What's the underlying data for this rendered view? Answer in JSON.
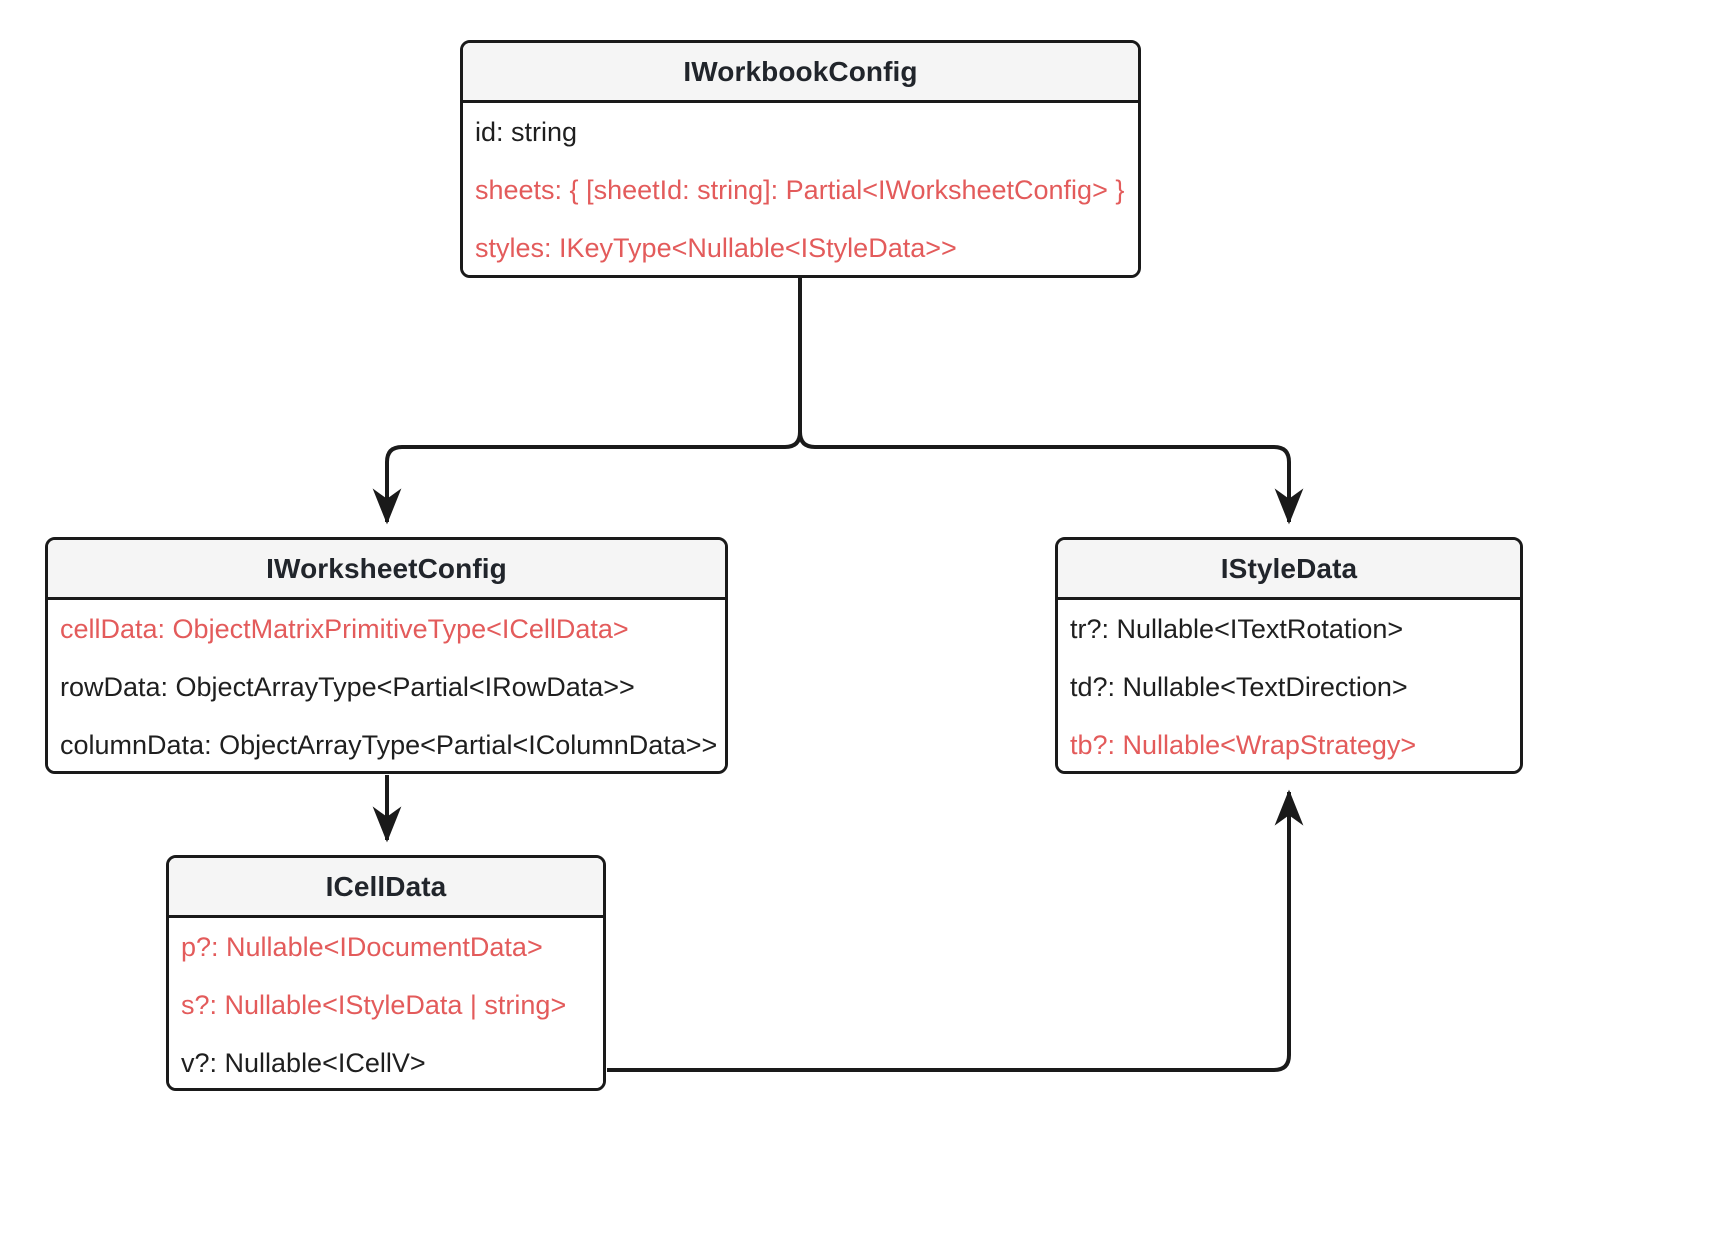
{
  "diagram": {
    "type": "class-diagram",
    "title": "Univer workbook configuration interfaces",
    "colors": {
      "accent": "#e35b5b",
      "text": "#1f1f1f",
      "stroke": "#1a1a1a",
      "header_bg": "#f5f5f5",
      "node_bg": "#ffffff",
      "canvas_bg": "#ffffff"
    },
    "nodes": [
      {
        "id": "IWorkbookConfig",
        "title": "IWorkbookConfig",
        "attributes": [
          {
            "text": "id: string",
            "accent": false
          },
          {
            "text": "sheets: { [sheetId: string]: Partial<IWorksheetConfig> }",
            "accent": true
          },
          {
            "text": "styles: IKeyType<Nullable<IStyleData>>",
            "accent": true
          }
        ]
      },
      {
        "id": "IWorksheetConfig",
        "title": "IWorksheetConfig",
        "attributes": [
          {
            "text": "cellData: ObjectMatrixPrimitiveType<ICellData>",
            "accent": true
          },
          {
            "text": "rowData: ObjectArrayType<Partial<IRowData>>",
            "accent": false
          },
          {
            "text": "columnData: ObjectArrayType<Partial<IColumnData>>",
            "accent": false
          }
        ]
      },
      {
        "id": "IStyleData",
        "title": "IStyleData",
        "attributes": [
          {
            "text": "tr?: Nullable<ITextRotation>",
            "accent": false
          },
          {
            "text": "td?: Nullable<TextDirection>",
            "accent": false
          },
          {
            "text": "tb?: Nullable<WrapStrategy>",
            "accent": true
          }
        ]
      },
      {
        "id": "ICellData",
        "title": "ICellData",
        "attributes": [
          {
            "text": "p?: Nullable<IDocumentData>",
            "accent": true
          },
          {
            "text": "s?: Nullable<IStyleData | string>",
            "accent": true
          },
          {
            "text": "v?: Nullable<ICellV>",
            "accent": false
          }
        ]
      }
    ],
    "edges": [
      {
        "from": "IWorkbookConfig",
        "to": "IWorksheetConfig",
        "arrow": "down"
      },
      {
        "from": "IWorkbookConfig",
        "to": "IStyleData",
        "arrow": "down"
      },
      {
        "from": "IWorksheetConfig",
        "to": "ICellData",
        "arrow": "down"
      },
      {
        "from": "ICellData",
        "to": "IStyleData",
        "arrow": "up"
      }
    ]
  },
  "nodes": {
    "workbook": {
      "title": "IWorkbookConfig",
      "attr0": "id: string",
      "attr1": "sheets: { [sheetId: string]: Partial<IWorksheetConfig> }",
      "attr2": "styles: IKeyType<Nullable<IStyleData>>"
    },
    "worksheet": {
      "title": "IWorksheetConfig",
      "attr0": "cellData: ObjectMatrixPrimitiveType<ICellData>",
      "attr1": "rowData: ObjectArrayType<Partial<IRowData>>",
      "attr2": "columnData: ObjectArrayType<Partial<IColumnData>>"
    },
    "styledata": {
      "title": "IStyleData",
      "attr0": "tr?: Nullable<ITextRotation>",
      "attr1": "td?: Nullable<TextDirection>",
      "attr2": "tb?: Nullable<WrapStrategy>"
    },
    "celldata": {
      "title": "ICellData",
      "attr0": "p?: Nullable<IDocumentData>",
      "attr1": "s?: Nullable<IStyleData | string>",
      "attr2": "v?: Nullable<ICellV>"
    }
  }
}
